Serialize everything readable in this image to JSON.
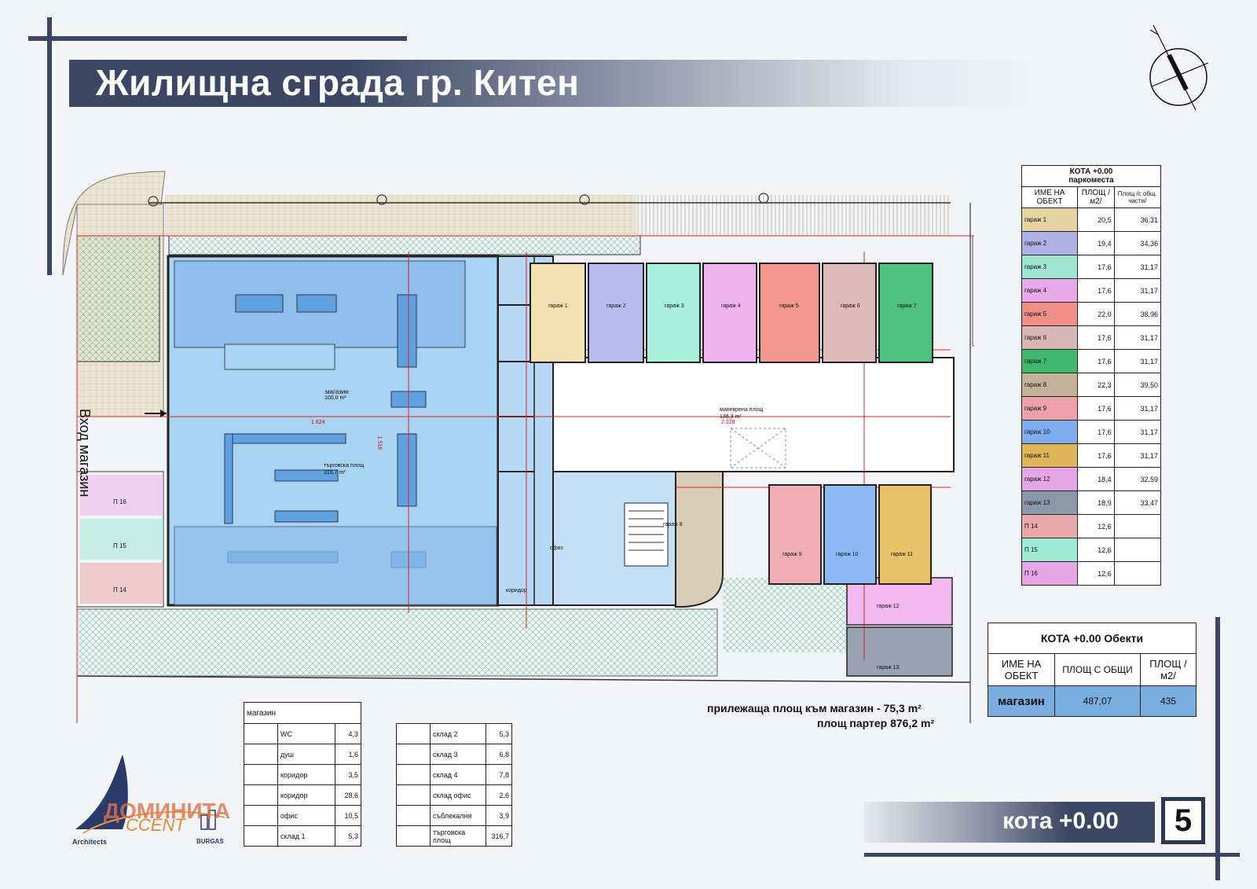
{
  "title": "Жилищна сграда гр. Китен",
  "entrance_label": "Вход магазин",
  "parking_table": {
    "header_line1": "КОТА +0.00",
    "header_line2": "паркоместа",
    "col_name": "ИМЕ НА ОБЕКТ",
    "col_area": "ПЛОЩ /м2/",
    "col_area_common": "Площ /с общ. части/",
    "rows": [
      {
        "name": "гараж 1",
        "area": "20,5",
        "common": "36,31",
        "color": "#e6d3a3"
      },
      {
        "name": "гараж 2",
        "area": "19,4",
        "common": "34,36",
        "color": "#aeb0e6"
      },
      {
        "name": "гараж 3",
        "area": "17,6",
        "common": "31,17",
        "color": "#9ee6d2"
      },
      {
        "name": "гараж 4",
        "area": "17,6",
        "common": "31,17",
        "color": "#e8a9e8"
      },
      {
        "name": "гараж 5",
        "area": "22,0",
        "common": "38,96",
        "color": "#ef8f86"
      },
      {
        "name": "гараж 6",
        "area": "17,6",
        "common": "31,17",
        "color": "#d8b6b6"
      },
      {
        "name": "гараж 7",
        "area": "17,6",
        "common": "31,17",
        "color": "#40b870"
      },
      {
        "name": "гараж 8",
        "area": "22,3",
        "common": "39,50",
        "color": "#c2b29a"
      },
      {
        "name": "гараж 9",
        "area": "17,6",
        "common": "31,17",
        "color": "#eda2ab"
      },
      {
        "name": "гараж 10",
        "area": "17,6",
        "common": "31,17",
        "color": "#7eaef0"
      },
      {
        "name": "гараж 11",
        "area": "17,6",
        "common": "31,17",
        "color": "#e0b65a"
      },
      {
        "name": "гараж 12",
        "area": "18,4",
        "common": "32,59",
        "color": "#e6a6e6"
      },
      {
        "name": "гараж 13",
        "area": "18,9",
        "common": "33,47",
        "color": "#8d97aa"
      },
      {
        "name": "П 14",
        "area": "12,6",
        "common": "",
        "color": "#e8a9a9"
      },
      {
        "name": "П 15",
        "area": "12,6",
        "common": "",
        "color": "#9eead4"
      },
      {
        "name": "П 16",
        "area": "12,6",
        "common": "",
        "color": "#e6a6e6"
      }
    ]
  },
  "objects_table": {
    "header": "КОТА +0.00 Обекти",
    "col_name": "ИМЕ НА ОБЕКТ",
    "col_area_common": "ПЛОЩ С ОБЩИ",
    "col_area": "ПЛОЩ /м2/",
    "row": {
      "name": "магазин",
      "area_common": "487,07",
      "area": "435"
    }
  },
  "notes": {
    "adjacent_area": "прилежаща площ към магазин - 75,3 m²",
    "ground_area": "площ партер 876,2 m²"
  },
  "shop_rooms_a": {
    "title": "магазин",
    "rows": [
      {
        "name": "WC",
        "value": "4,3"
      },
      {
        "name": "душ",
        "value": "1,6"
      },
      {
        "name": "коридор",
        "value": "3,5"
      },
      {
        "name": "коридор",
        "value": "28,6"
      },
      {
        "name": "офис",
        "value": "10,5"
      },
      {
        "name": "склад 1",
        "value": "5,3"
      }
    ]
  },
  "shop_rooms_b": {
    "rows": [
      {
        "name": "склад 2",
        "value": "5,3"
      },
      {
        "name": "склад 3",
        "value": "6,8"
      },
      {
        "name": "склад 4",
        "value": "7,8"
      },
      {
        "name": "склад офис",
        "value": "2,6"
      },
      {
        "name": "съблекалня",
        "value": "3,9"
      },
      {
        "name": "търговска площ",
        "value": "316,7"
      }
    ]
  },
  "logo": {
    "name": "ДОМИНИТА",
    "sub": "CCENT",
    "architects": "Architects",
    "city": "BURGAS"
  },
  "level_label": "кота +0.00",
  "page_number": "5",
  "plan": {
    "shop_label": "магазин",
    "shop_area": "100,0 m²",
    "sales_label": "търговска площ",
    "sales_area": "316,7 m²",
    "maneuver_label": "маневрена площ",
    "maneuver_area": "136,3 m²",
    "garage_slots_top": [
      "гараж 1",
      "гараж 2",
      "гараж 3",
      "гараж 4",
      "гараж 5",
      "гараж 6",
      "гараж 7"
    ],
    "garage_slots_bottom": [
      "гараж 9",
      "гараж 10",
      "гараж 11"
    ],
    "garage_8": "гараж 8",
    "garage_12": "гараж 12",
    "garage_13": "гараж 13",
    "p_slots": [
      "П 16",
      "П 15",
      "П 14"
    ],
    "dim_1": "1 624",
    "dim_2": "2 228",
    "dim_3": "1 516",
    "office_label": "офис",
    "corridor_label": "коридор"
  }
}
